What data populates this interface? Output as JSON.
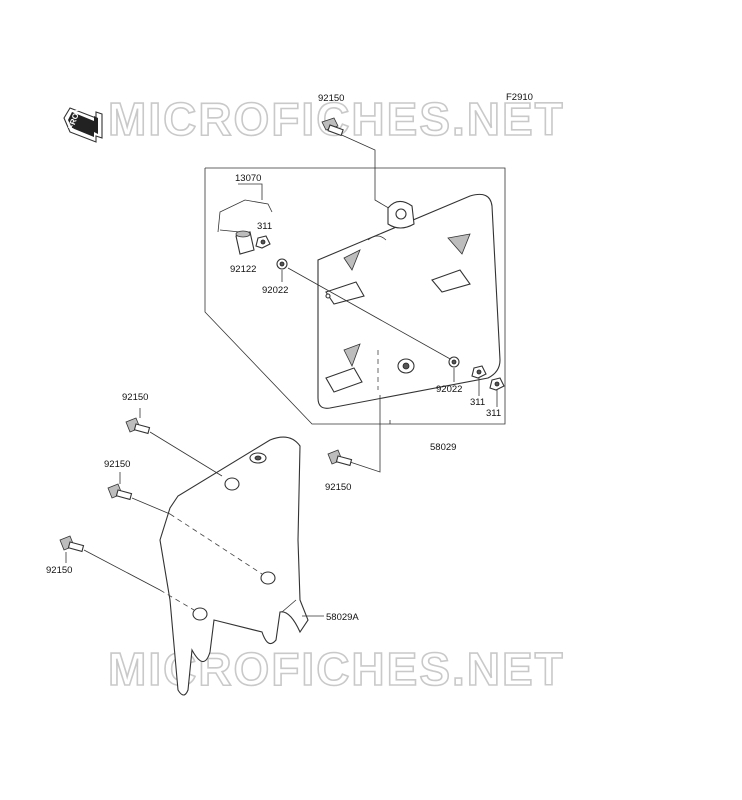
{
  "diagram_code": "F2910",
  "front_label": "FRONT",
  "watermark": "MICROFICHES.NET",
  "parts": {
    "bolt_top": "92150",
    "spring": "13070",
    "nut_upper_left": "311",
    "collar": "92122",
    "grommet_upper": "92022",
    "grommet_lower": "92022",
    "nut_lower_1": "311",
    "nut_lower_2": "311",
    "cover_upper": "58029",
    "bolt_left_1": "92150",
    "bolt_left_2": "92150",
    "bolt_left_3": "92150",
    "bolt_middle": "92150",
    "cover_lower": "58029A"
  }
}
